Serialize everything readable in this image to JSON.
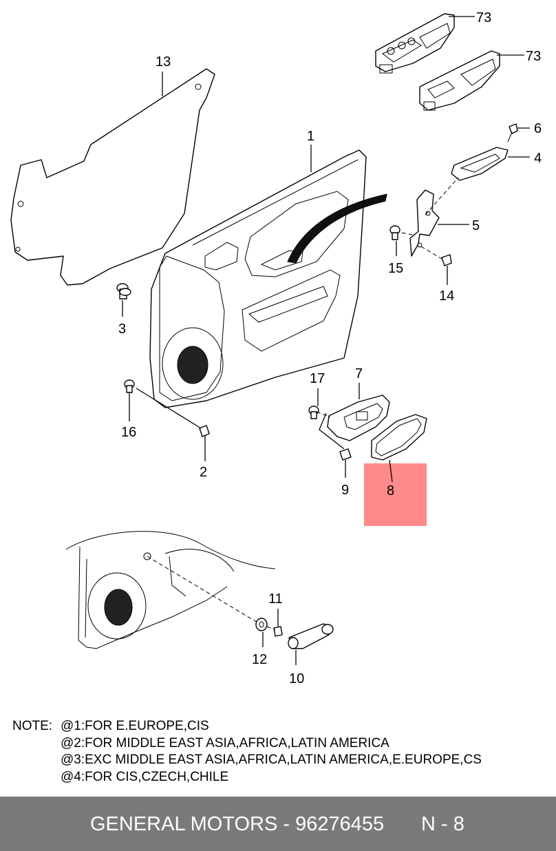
{
  "callouts": {
    "c73a": "73",
    "c73b": "73",
    "c13": "13",
    "c1": "1",
    "c6": "6",
    "c4": "4",
    "c5": "5",
    "c15": "15",
    "c14": "14",
    "c3": "3",
    "c16": "16",
    "c2": "2",
    "c17": "17",
    "c7": "7",
    "c9": "9",
    "c8": "8",
    "c11": "11",
    "c12": "12",
    "c10": "10"
  },
  "highlight_color": "#ff8a8a",
  "notes": {
    "lead": "NOTE:",
    "lines": [
      "@1:FOR E.EUROPE,CIS",
      "@2:FOR MIDDLE EAST ASIA,AFRICA,LATIN AMERICA",
      "@3:EXC MIDDLE EAST ASIA,AFRICA,LATIN AMERICA,E.EUROPE,CS",
      "@4:FOR CIS,CZECH,CHILE"
    ]
  },
  "footer": {
    "brand_line": "GENERAL MOTORS - 96276455",
    "page_label": "N - 8",
    "background": "#7a7a7a"
  }
}
